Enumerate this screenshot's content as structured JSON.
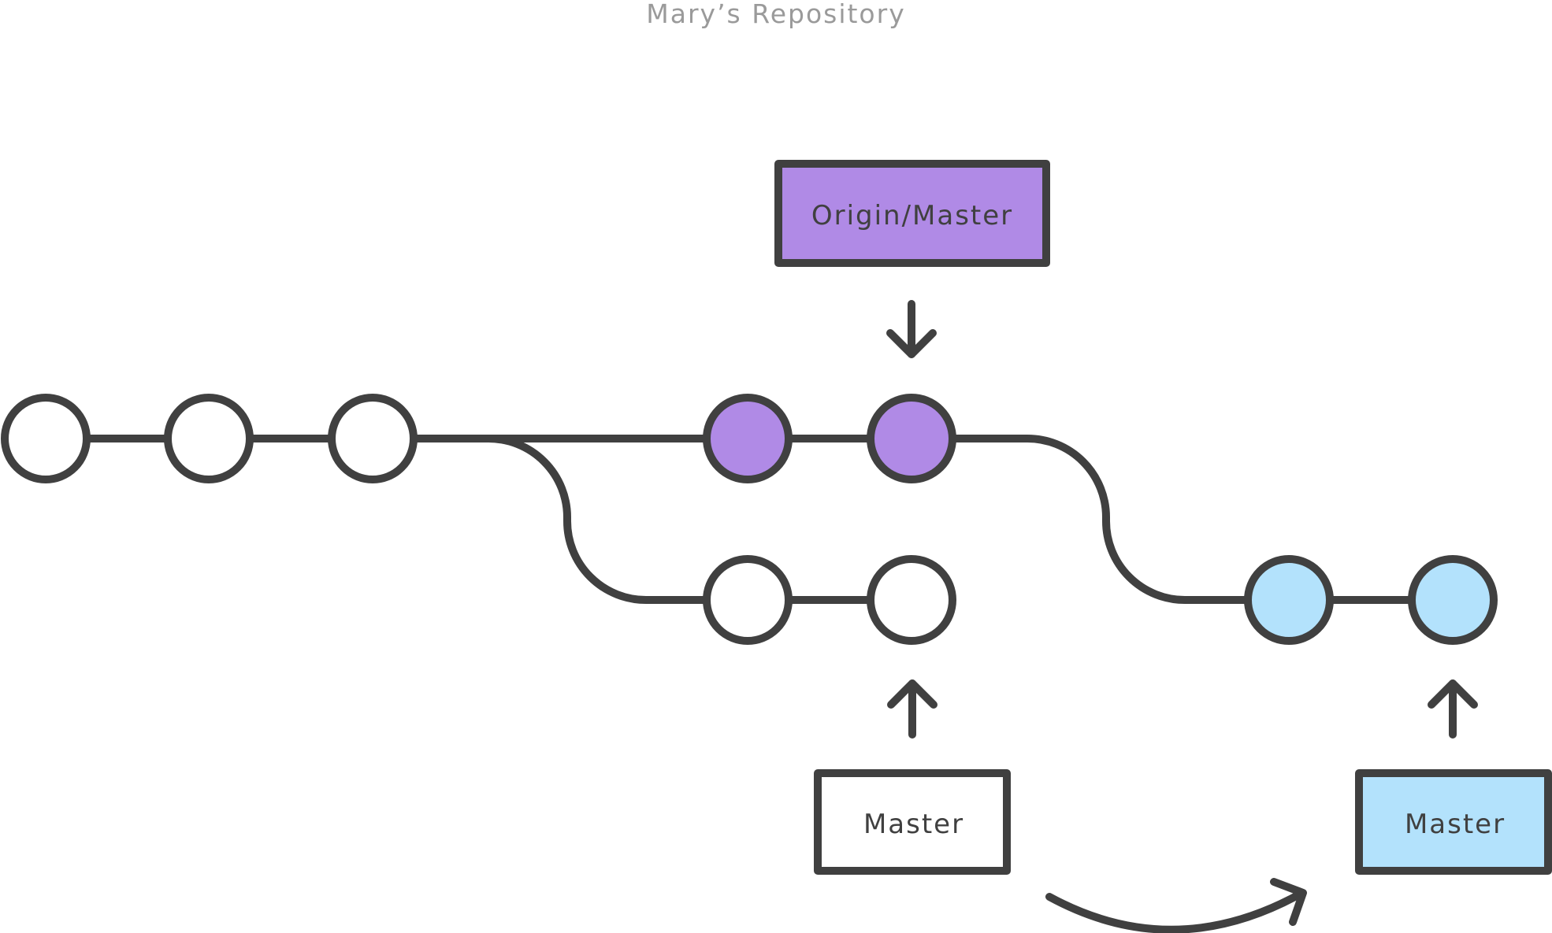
{
  "title": "Mary’s Repository",
  "colors": {
    "stroke": "#404040",
    "origin": "#B08AE6",
    "local": "#B3E2FC",
    "empty": "#FFFFFF",
    "title": "#9A9A9A"
  },
  "labels": {
    "origin_master": "Origin/Master",
    "master_old": "Master",
    "master_new": "Master"
  },
  "commits": {
    "shared": [
      {
        "id": "c1",
        "type": "empty"
      },
      {
        "id": "c2",
        "type": "empty"
      },
      {
        "id": "c3",
        "type": "empty"
      }
    ],
    "origin_branch": [
      {
        "id": "o1",
        "type": "origin"
      },
      {
        "id": "o2",
        "type": "origin"
      }
    ],
    "local_branch": [
      {
        "id": "l1",
        "type": "empty"
      },
      {
        "id": "l2",
        "type": "empty"
      }
    ],
    "rebased_branch": [
      {
        "id": "r1",
        "type": "local"
      },
      {
        "id": "r2",
        "type": "local"
      }
    ]
  },
  "pointers": [
    {
      "label_key": "origin_master",
      "fill": "origin",
      "points_to": "o2",
      "direction": "down"
    },
    {
      "label_key": "master_old",
      "fill": "empty",
      "points_to": "l2",
      "direction": "up"
    },
    {
      "label_key": "master_new",
      "fill": "local",
      "points_to": "r2",
      "direction": "up"
    }
  ],
  "move_arrow": {
    "from": "master_old",
    "to": "master_new"
  }
}
